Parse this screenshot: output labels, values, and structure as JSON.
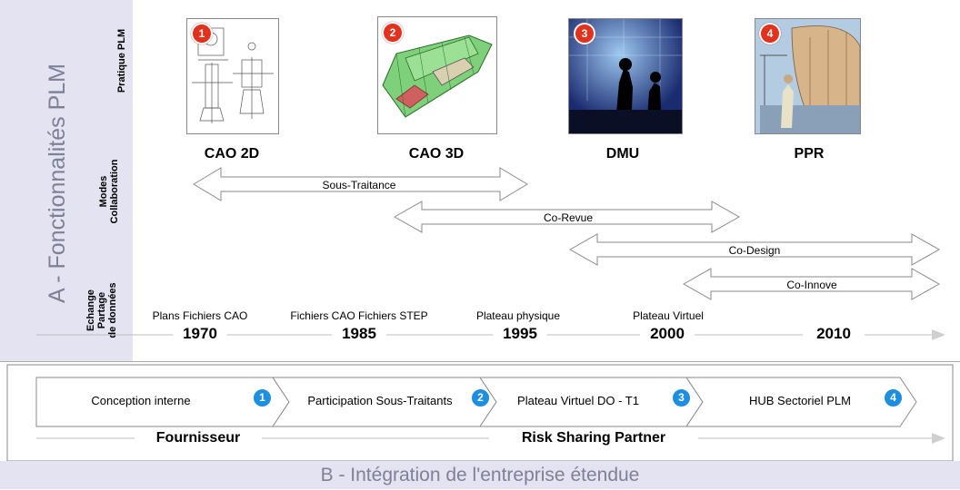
{
  "section_a": {
    "title": "A - Fonctionnalités PLM",
    "row_labels": {
      "pratique": "Pratique PLM",
      "modes": "Modes\nCollaboration",
      "echange": "Echange\nPartage\nde données"
    },
    "eras": [
      {
        "badge": "1",
        "label": "CAO 2D"
      },
      {
        "badge": "2",
        "label": "CAO 3D"
      },
      {
        "badge": "3",
        "label": "DMU"
      },
      {
        "badge": "4",
        "label": "PPR"
      }
    ],
    "collaboration_arrows": [
      {
        "label": "Sous-Traitance"
      },
      {
        "label": "Co-Revue"
      },
      {
        "label": "Co-Design"
      },
      {
        "label": "Co-Innove"
      }
    ],
    "milestones": [
      "Plans Fichiers CAO",
      "Fichiers CAO Fichiers STEP",
      "Plateau physique",
      "Plateau Virtuel"
    ],
    "years": [
      "1970",
      "1985",
      "1995",
      "2000",
      "2010"
    ]
  },
  "section_b": {
    "title": "B - Intégration de l'entreprise étendue",
    "steps": [
      {
        "label": "Conception interne",
        "badge": "1"
      },
      {
        "label": "Participation Sous-Traitants",
        "badge": "2"
      },
      {
        "label": "Plateau  Virtuel DO - T1",
        "badge": "3"
      },
      {
        "label": "HUB Sectoriel PLM",
        "badge": "4"
      }
    ],
    "roles": [
      "Fournisseur",
      "Risk Sharing Partner"
    ]
  },
  "colors": {
    "panel_bg": "#e3e3f2",
    "title_gray": "#7f8096",
    "badge_red": "#e2321e",
    "badge_blue": "#1e8fe0"
  }
}
